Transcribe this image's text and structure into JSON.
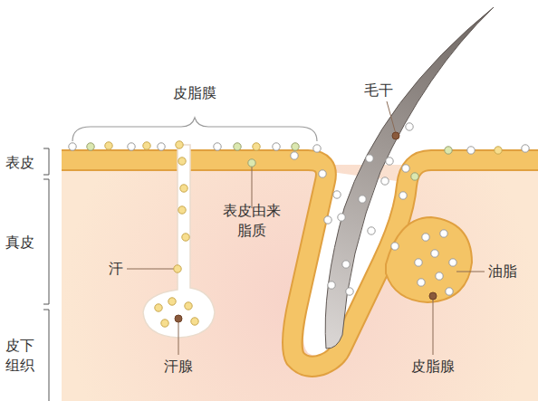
{
  "diagram": {
    "labels": [
      "皮脂膜",
      "毛干",
      "表皮",
      "表皮由来 脂质",
      "真皮",
      "汗",
      "油脂",
      "皮下 组织",
      "汗腺",
      "皮脂腺"
    ]
  }
}
